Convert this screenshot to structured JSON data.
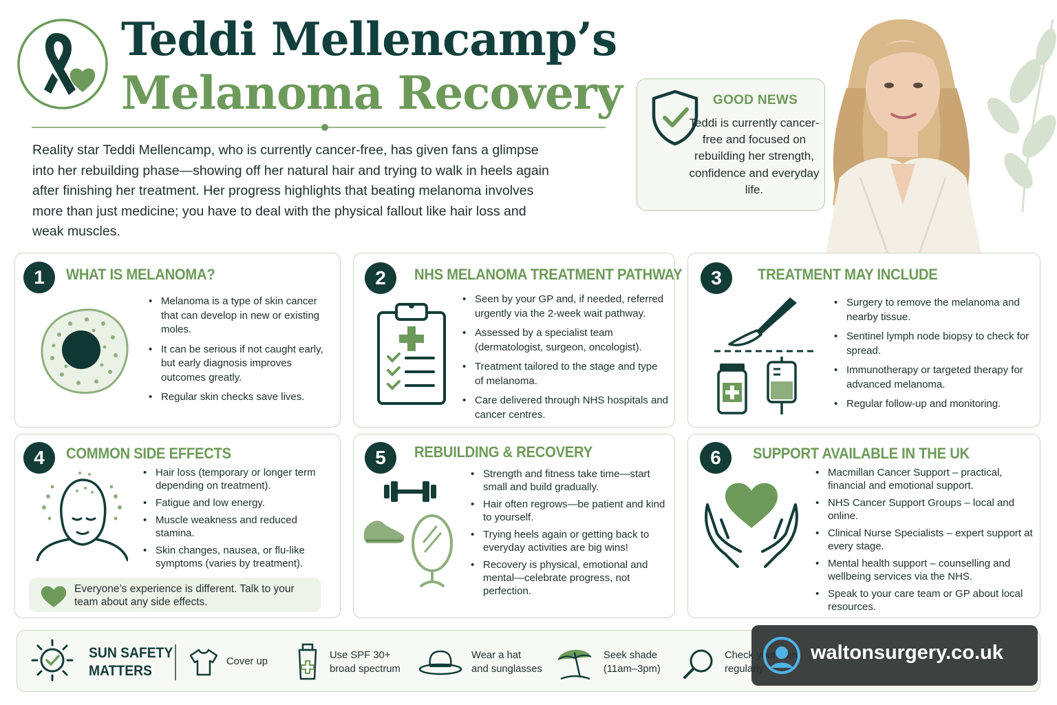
{
  "header": {
    "title_line1": "Teddi Mellencamp’s",
    "title_line2": "Melanoma Recovery",
    "intro": "Reality star Teddi Mellencamp, who is currently cancer-free, has given fans a glimpse into her rebuilding phase—showing off her natural hair and trying to walk in heels again after finishing her treatment. Her progress highlights that beating melanoma involves more than just medicine; you have to deal with the physical fallout like hair loss and weak muscles."
  },
  "good_news": {
    "title": "GOOD NEWS",
    "text": "Teddi is currently cancer-free and focused on rebuilding her strength, confidence and everyday life."
  },
  "cards": [
    {
      "number": "1",
      "title": "WHAT IS MELANOMA?",
      "items": [
        "Melanoma is a type of skin cancer that can develop in new or existing moles.",
        "It can be serious if not caught early, but early diagnosis improves outcomes greatly.",
        "Regular skin checks save lives."
      ]
    },
    {
      "number": "2",
      "title": "NHS MELANOMA TREATMENT PATHWAY",
      "items": [
        "Seen by your GP and, if needed, referred urgently via the 2-week wait pathway.",
        "Assessed by a specialist team (dermatologist, surgeon, oncologist).",
        "Treatment tailored to the stage and type of melanoma.",
        "Care delivered through NHS hospitals and cancer centres."
      ]
    },
    {
      "number": "3",
      "title": "TREATMENT MAY INCLUDE",
      "items": [
        "Surgery to remove the melanoma and nearby tissue.",
        "Sentinel lymph node biopsy to check for spread.",
        "Immunotherapy or targeted therapy for advanced melanoma.",
        "Regular follow-up and monitoring."
      ]
    },
    {
      "number": "4",
      "title": "COMMON SIDE EFFECTS",
      "items": [
        "Hair loss (temporary or longer term depending on treatment).",
        "Fatigue and low energy.",
        "Muscle weakness and reduced stamina.",
        "Skin changes, nausea, or flu-like symptoms (varies by treatment)."
      ],
      "note": "Everyone’s experience is different. Talk to your team about any side effects."
    },
    {
      "number": "5",
      "title": "REBUILDING & RECOVERY",
      "items": [
        "Strength and fitness take time—start small and build gradually.",
        "Hair often regrows—be patient and kind to yourself.",
        "Trying heels again or getting back to everyday activities are big wins!",
        "Recovery is physical, emotional and mental—celebrate progress, not perfection."
      ]
    },
    {
      "number": "6",
      "title": "SUPPORT AVAILABLE IN THE UK",
      "items": [
        "Macmillan Cancer Support – practical, financial and emotional support.",
        "NHS Cancer Support Groups – local and online.",
        "Clinical Nurse Specialists – expert support at every stage.",
        "Mental health support – counselling and wellbeing services via the NHS.",
        "Speak to your care team or GP about local resources."
      ]
    }
  ],
  "sun_safety": {
    "title_line1": "SUN SAFETY",
    "title_line2": "MATTERS",
    "tips": [
      {
        "line1": "Cover up",
        "line2": ""
      },
      {
        "line1": "Use SPF 30+",
        "line2": "broad spectrum"
      },
      {
        "line1": "Wear a hat",
        "line2": "and sunglasses"
      },
      {
        "line1": "Seek shade",
        "line2": "(11am–3pm)"
      },
      {
        "line1": "Check your skin",
        "line2": "regularly"
      }
    ]
  },
  "watermark": {
    "text": "waltonsurgery.co.uk"
  },
  "colors": {
    "dark_green": "#133c37",
    "accent_green": "#6d9a5a",
    "light_green": "#eef3ea"
  },
  "icons": {
    "logo": "ribbon-heart-icon",
    "good_news": "shield-check-icon",
    "card1": "melanoma-cell-icon",
    "card2": "clipboard-checklist-icon",
    "card3": "scalpel-medicine-iv-icon",
    "card4": "head-hair-loss-icon",
    "card5": "dumbbell-shoe-mirror-icon",
    "card6": "hands-heart-icon"
  }
}
